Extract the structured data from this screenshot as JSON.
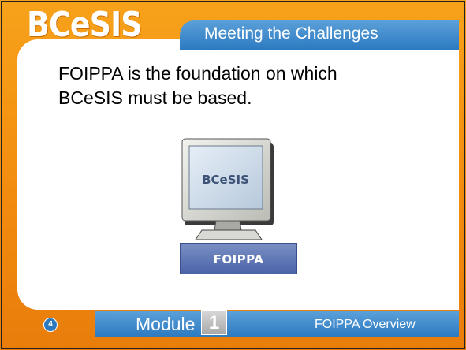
{
  "header": {
    "logo_text": "BCeSIS",
    "title": "Meeting the Challenges"
  },
  "body": {
    "text": "FOIPPA is the foundation on which BCeSIS must be based."
  },
  "illustration": {
    "screen_label": "BCeSIS",
    "base_label": "FOIPPA"
  },
  "footer": {
    "page_number": "4",
    "module_label": "Module",
    "module_number": "1",
    "subtitle": "FOIPPA Overview"
  },
  "colors": {
    "accent_orange": "#f28c0f",
    "accent_blue": "#2c79c0",
    "foippa_block": "#4b64a8"
  }
}
